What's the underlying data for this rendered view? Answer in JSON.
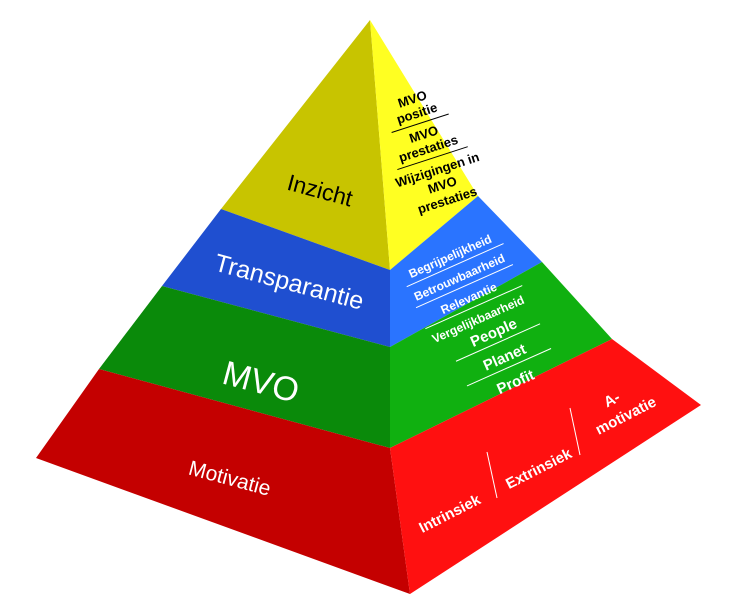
{
  "pyramid": {
    "colors": {
      "yellow_front": "#C8C400",
      "yellow_side": "#FFFF22",
      "blue_front": "#1F4FD0",
      "blue_side": "#2A74FF",
      "green_front": "#0A8A0A",
      "green_side": "#10B010",
      "red_front": "#C40000",
      "red_side": "#FF1010"
    },
    "levels": [
      {
        "name": "Inzicht",
        "items": [
          "MVO positie",
          "MVO prestaties",
          "Wijzigingen in MVO prestaties"
        ],
        "item_lines": [
          [
            "MVO",
            "positie"
          ],
          [
            "MVO",
            "prestaties"
          ],
          [
            "Wijzigingen in",
            "MVO",
            "prestaties"
          ]
        ]
      },
      {
        "name": "Transparantie",
        "items": [
          "Begrijpelijkheid",
          "Betrouwbaarheid",
          "Relevantie",
          "Vergelijkbaarheid"
        ]
      },
      {
        "name": "MVO",
        "items": [
          "People",
          "Planet",
          "Profit"
        ]
      },
      {
        "name": "Motivatie",
        "items": [
          "Intrinsiek",
          "Extrinsiek",
          "A-motivatie"
        ],
        "item_lines": [
          [
            "Intrinsiek"
          ],
          [
            "Extrinsiek"
          ],
          [
            "A-",
            "motivatie"
          ]
        ]
      }
    ]
  }
}
